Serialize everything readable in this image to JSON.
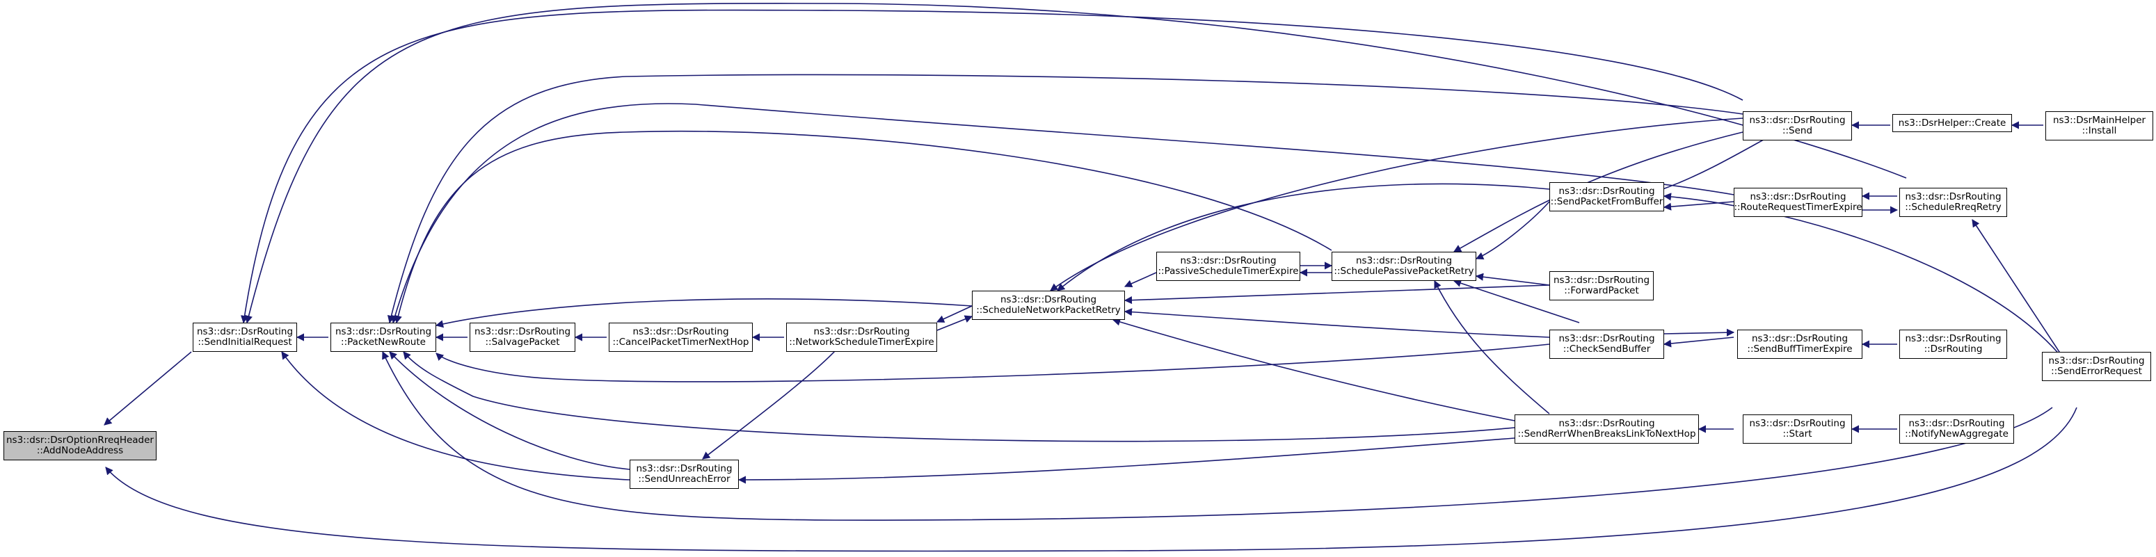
{
  "colors": {
    "edge": "#191970",
    "node_border": "#000000",
    "root_fill": "#bfbfbf",
    "node_fill": "#ffffff"
  },
  "nodes": [
    {
      "id": "addNode",
      "root": true,
      "lines": [
        "ns3::dsr::DsrOptionRreqHeader",
        "::AddNodeAddress"
      ]
    },
    {
      "id": "sendInitialRequest",
      "lines": [
        "ns3::dsr::DsrRouting",
        "::SendInitialRequest"
      ]
    },
    {
      "id": "packetNewRoute",
      "lines": [
        "ns3::dsr::DsrRouting",
        "::PacketNewRoute"
      ]
    },
    {
      "id": "salvagePacket",
      "lines": [
        "ns3::dsr::DsrRouting",
        "::SalvagePacket"
      ]
    },
    {
      "id": "cancelTimer",
      "lines": [
        "ns3::dsr::DsrRouting",
        "::CancelPacketTimerNextHop"
      ]
    },
    {
      "id": "networkTimer",
      "lines": [
        "ns3::dsr::DsrRouting",
        "::NetworkScheduleTimerExpire"
      ]
    },
    {
      "id": "scheduleNetwork",
      "lines": [
        "ns3::dsr::DsrRouting",
        "::ScheduleNetworkPacketRetry"
      ]
    },
    {
      "id": "passiveTimer",
      "lines": [
        "ns3::dsr::DsrRouting",
        "::PassiveScheduleTimerExpire"
      ]
    },
    {
      "id": "schedulePassive",
      "lines": [
        "ns3::dsr::DsrRouting",
        "::SchedulePassivePacketRetry"
      ]
    },
    {
      "id": "sendUnreach",
      "lines": [
        "ns3::dsr::DsrRouting",
        "::SendUnreachError"
      ]
    },
    {
      "id": "sendFromBuffer",
      "lines": [
        "ns3::dsr::DsrRouting",
        "::SendPacketFromBuffer"
      ]
    },
    {
      "id": "forwardPacket",
      "lines": [
        "ns3::dsr::DsrRouting",
        "::ForwardPacket"
      ]
    },
    {
      "id": "checkSendBuffer",
      "lines": [
        "ns3::dsr::DsrRouting",
        "::CheckSendBuffer"
      ]
    },
    {
      "id": "sendRerr",
      "lines": [
        "ns3::dsr::DsrRouting",
        "::SendRerrWhenBreaksLinkToNextHop"
      ]
    },
    {
      "id": "send",
      "lines": [
        "ns3::dsr::DsrRouting",
        "::Send"
      ]
    },
    {
      "id": "rreqTimer",
      "lines": [
        "ns3::dsr::DsrRouting",
        "::RouteRequestTimerExpire"
      ]
    },
    {
      "id": "sendBuffTimer",
      "lines": [
        "ns3::dsr::DsrRouting",
        "::SendBuffTimerExpire"
      ]
    },
    {
      "id": "start",
      "lines": [
        "ns3::dsr::DsrRouting",
        "::Start"
      ]
    },
    {
      "id": "helperCreate",
      "lines": [
        "ns3::DsrHelper::Create"
      ]
    },
    {
      "id": "scheduleRreq",
      "lines": [
        "ns3::dsr::DsrRouting",
        "::ScheduleRreqRetry"
      ]
    },
    {
      "id": "ctor",
      "lines": [
        "ns3::dsr::DsrRouting",
        "::DsrRouting"
      ]
    },
    {
      "id": "notifyAgg",
      "lines": [
        "ns3::dsr::DsrRouting",
        "::NotifyNewAggregate"
      ]
    },
    {
      "id": "mainInstall",
      "lines": [
        "ns3::DsrMainHelper",
        "::Install"
      ]
    },
    {
      "id": "sendError",
      "lines": [
        "ns3::dsr::DsrRouting",
        "::SendErrorRequest"
      ]
    }
  ]
}
